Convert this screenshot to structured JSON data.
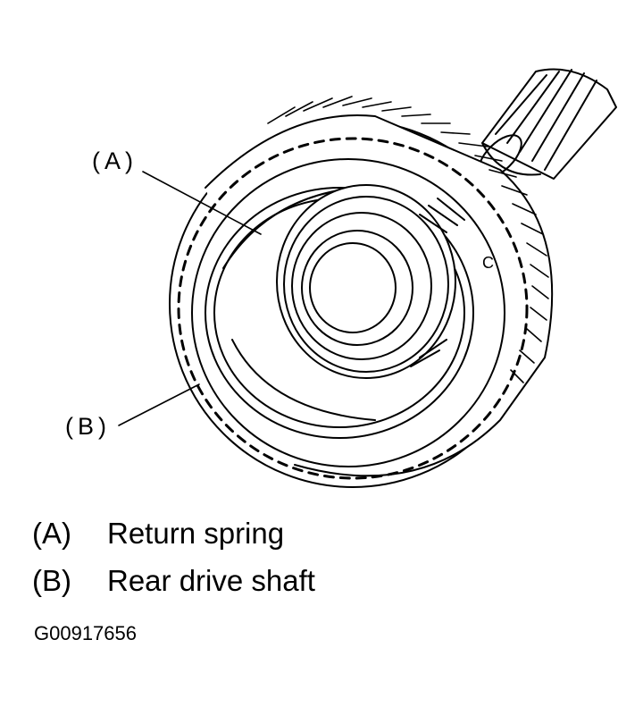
{
  "callouts": {
    "a": "(A)",
    "b": "(B)"
  },
  "part_mark": "C",
  "legend": [
    {
      "key": "(A)",
      "label": "Return spring"
    },
    {
      "key": "(B)",
      "label": "Rear drive shaft"
    }
  ],
  "figure_id": "G00917656",
  "colors": {
    "ink": "#000000",
    "paper": "#ffffff"
  }
}
